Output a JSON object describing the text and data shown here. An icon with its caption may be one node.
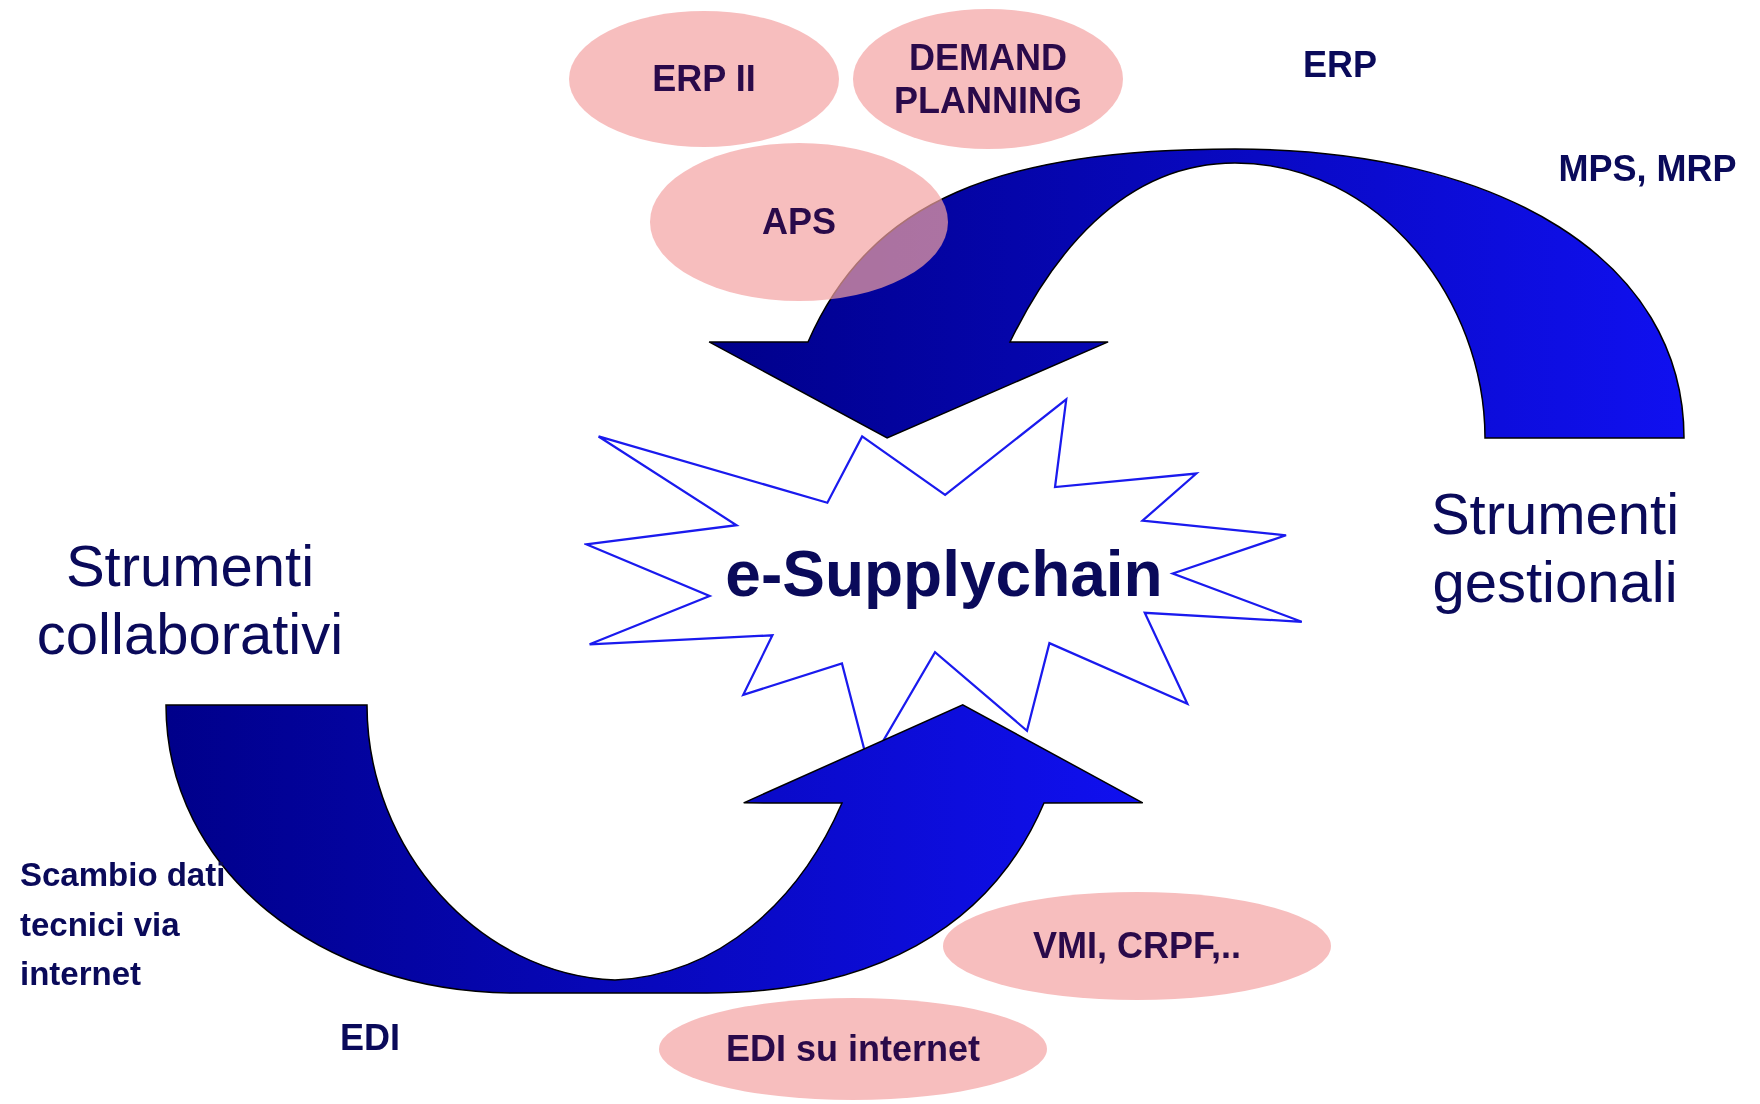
{
  "diagram": {
    "nodes": [
      {
        "text": [
          "ERP II"
        ]
      },
      {
        "text": [
          "DEMAND PLANNING"
        ]
      },
      {
        "text": [
          "APS"
        ]
      },
      {
        "text": [
          "e-Supplychain"
        ]
      },
      {
        "text": [
          "VMI, CRPF,.."
        ]
      },
      {
        "text": [
          "EDI su internet"
        ]
      }
    ],
    "edges": [
      {
        "from": null,
        "to": 3,
        "arrow": "to"
      },
      {
        "from": null,
        "to": 3,
        "arrow": "to"
      }
    ],
    "labels": [
      "ERP",
      "MPS, MRP",
      "Strumenti gestionali",
      "Strumenti collaborativi",
      "Scambio dati tecnici via internet",
      "EDI"
    ]
  }
}
